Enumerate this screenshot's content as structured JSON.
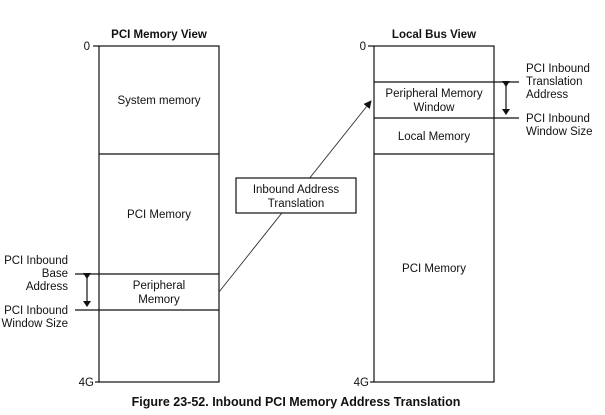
{
  "caption": "Figure 23-52. Inbound PCI Memory Address Translation",
  "left_view": {
    "title": "PCI Memory View",
    "top_label": "0",
    "bottom_label": "4G",
    "regions": {
      "system_memory": "System memory",
      "pci_memory": "PCI Memory",
      "peripheral_line1": "Peripheral",
      "peripheral_line2": "Memory"
    },
    "annotations": {
      "base_line1": "PCI Inbound",
      "base_line2": "Base",
      "base_line3": "Address",
      "size_line1": "PCI Inbound",
      "size_line2": "Window Size"
    }
  },
  "translation_box": {
    "line1": "Inbound Address",
    "line2": "Translation"
  },
  "right_view": {
    "title": "Local Bus View",
    "top_label": "0",
    "bottom_label": "4G",
    "regions": {
      "window_line1": "Peripheral Memory",
      "window_line2": "Window",
      "local_memory": "Local Memory",
      "pci_memory": "PCI Memory"
    },
    "annotations": {
      "trans_line1": "PCI Inbound",
      "trans_line2": "Translation",
      "trans_line3": "Address",
      "size_line1": "PCI Inbound",
      "size_line2": "Window Size"
    }
  }
}
